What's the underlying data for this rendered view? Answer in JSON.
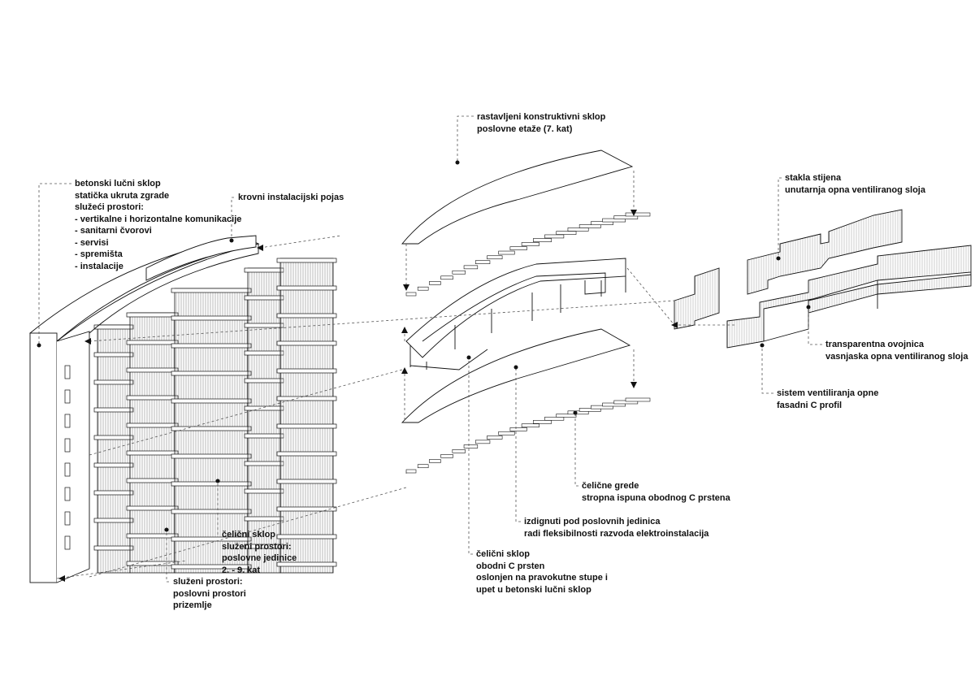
{
  "labels": {
    "concrete_arc": [
      "betonski lučni sklop",
      "statička ukruta zgrade",
      "služeći prostori:",
      "- vertikalne i horizontalne komunikacije",
      "- sanitarni čvorovi",
      "- servisi",
      "- spremišta",
      "- instalacije"
    ],
    "roof_belt": [
      "krovni instalacijski pojas"
    ],
    "exploded_floor": [
      "rastavljeni konstruktivni sklop",
      "poslovne etaže (7. kat)"
    ],
    "glass_wall": [
      "stakla stijena",
      "unutarnja opna ventiliranog sloja"
    ],
    "transparent_envelope": [
      "transparentna ovojnica",
      "vasnjaska opna ventiliranog sloja"
    ],
    "ventilation_system": [
      "sistem ventiliranja opne",
      "fasadni C profil"
    ],
    "steel_beams": [
      "čelične grede",
      "stropna ispuna obodnog C prstena"
    ],
    "raised_floor": [
      "izdignuti pod poslovnih jedinica",
      "radi fleksibilnosti razvoda elektroinstalacija"
    ],
    "steel_ring": [
      "čelični sklop",
      "obodni C prsten",
      "oslonjen na pravokutne stupe i",
      "upet u betonski lučni sklop"
    ],
    "steel_structure": [
      "čelični sklop",
      "služeni prostori:",
      "poslovne jedinice",
      "2. - 9. kat"
    ],
    "ground_floor": [
      "služeni prostori:",
      "poslovni prostori",
      "prizemlje"
    ]
  }
}
